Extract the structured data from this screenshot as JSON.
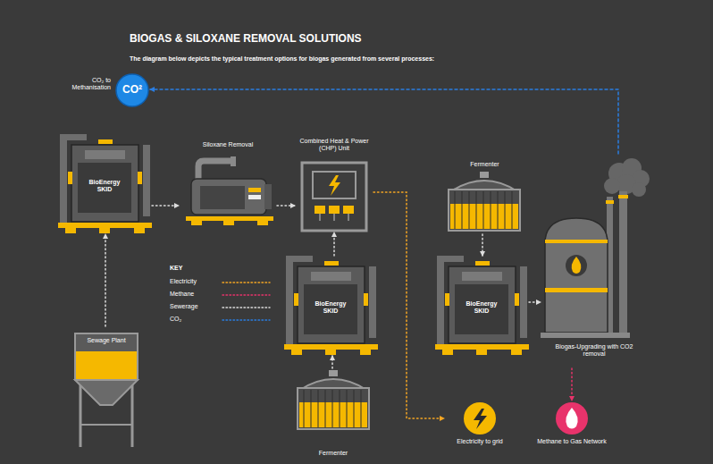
{
  "diagram": {
    "title": "BIOGAS & SILOXANE REMOVAL SOLUTIONS",
    "caption": "The diagram below depicts the typical treatment options for biogas generated from several processes:",
    "nodes": [
      {
        "text": [
          "CO₂ to Methanisation",
          "CO²"
        ]
      },
      {
        "text": [
          "BioEnergy SKID"
        ]
      },
      {
        "text": [
          "Siloxane Removal"
        ]
      },
      {
        "text": [
          "Combined Heat & Power (CHP) Unit"
        ]
      },
      {
        "text": [
          "Fermenter"
        ]
      },
      {
        "text": [
          "BioEnergy SKID"
        ]
      },
      {
        "text": [
          "BioEnergy SKID"
        ]
      },
      {
        "text": [
          "Biogas-Upgrading with CO2 removal"
        ]
      },
      {
        "text": [
          "Sewage Plant"
        ]
      },
      {
        "text": [
          "Fermenter"
        ]
      },
      {
        "text": [
          "Electricity to grid"
        ]
      },
      {
        "text": [
          "Methane to Gas Network"
        ]
      }
    ],
    "edges": [
      {
        "from": 8,
        "to": 1,
        "arrow": "to"
      },
      {
        "from": 1,
        "to": 2,
        "arrow": "to"
      },
      {
        "from": 2,
        "to": 3,
        "arrow": "to"
      },
      {
        "from": 9,
        "to": 5,
        "arrow": "to"
      },
      {
        "from": 5,
        "to": 3,
        "arrow": "to"
      },
      {
        "from": 3,
        "to": 10,
        "arrow": "to"
      },
      {
        "from": 4,
        "to": 6,
        "arrow": "to"
      },
      {
        "from": 6,
        "to": 7,
        "arrow": "to"
      },
      {
        "from": 7,
        "to": 11,
        "arrow": "to"
      },
      {
        "from": 7,
        "to": 0,
        "arrow": "to"
      }
    ],
    "labels": [
      "KEY"
    ],
    "legend": [
      {
        "text": "Electricity"
      },
      {
        "text": "Methane"
      },
      {
        "text": "Sewerage"
      },
      {
        "text": "CO₂"
      }
    ]
  }
}
